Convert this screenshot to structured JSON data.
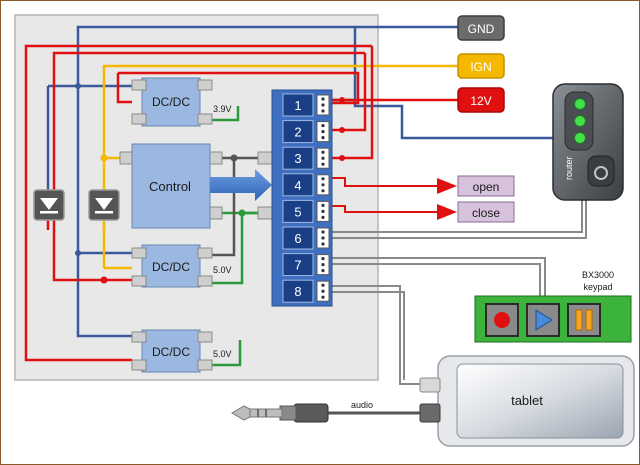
{
  "terminals": {
    "gnd": "GND",
    "ign": "IGN",
    "v12": "12V"
  },
  "converters": {
    "dcdc_top": "DC/DC",
    "dcdc_mid": "DC/DC",
    "dcdc_bottom": "DC/DC",
    "v_top": "3.9V",
    "v_mid": "5.0V",
    "v_bottom": "5.0V"
  },
  "control": "Control",
  "pins": [
    "1",
    "2",
    "3",
    "4",
    "5",
    "6",
    "7",
    "8"
  ],
  "outputs": {
    "open": "open",
    "close": "close"
  },
  "router": "router",
  "keypad": {
    "line1": "BX3000",
    "line2": "keypad"
  },
  "audio": "audio",
  "tablet": "tablet",
  "colors": {
    "gnd_wire": "#3a5a9c",
    "ign_wire": "#f5b800",
    "v12_wire": "#e01010",
    "signal_wire": "#2b9a3a",
    "module_fill": "#9ab8e0",
    "terminal_block": "#3f6fc0",
    "output_fill": "#d7c2dc"
  }
}
